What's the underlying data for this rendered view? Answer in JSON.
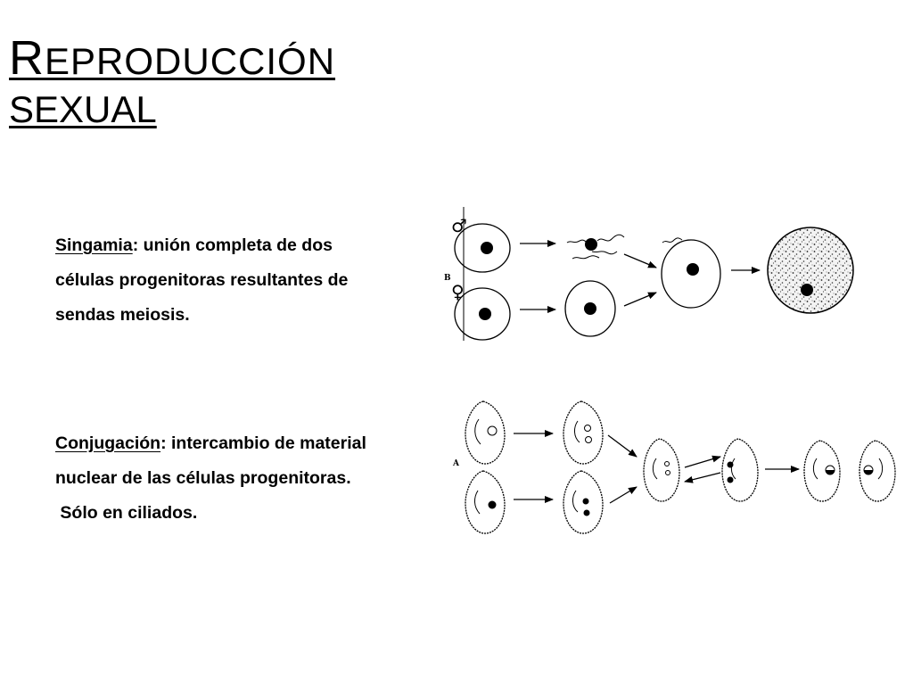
{
  "title": {
    "first_letter": "R",
    "line1_rest": "eproducción",
    "line2": "SEXUAL"
  },
  "singamia": {
    "term": "Singamia",
    "line1_rest": ": unión completa de dos",
    "line2": "células progenitoras resultantes de",
    "line3": "sendas meiosis."
  },
  "conjugacion": {
    "term": "Conjugación",
    "line1_rest": ": intercambio de material",
    "line2": "nuclear de las células progenitoras.",
    "line3": " Sólo en ciliados."
  },
  "figure_b": {
    "panel_letter": "B",
    "male_symbol": "♂",
    "female_symbol": "♀"
  },
  "figure_a": {
    "panel_letter": "A"
  }
}
